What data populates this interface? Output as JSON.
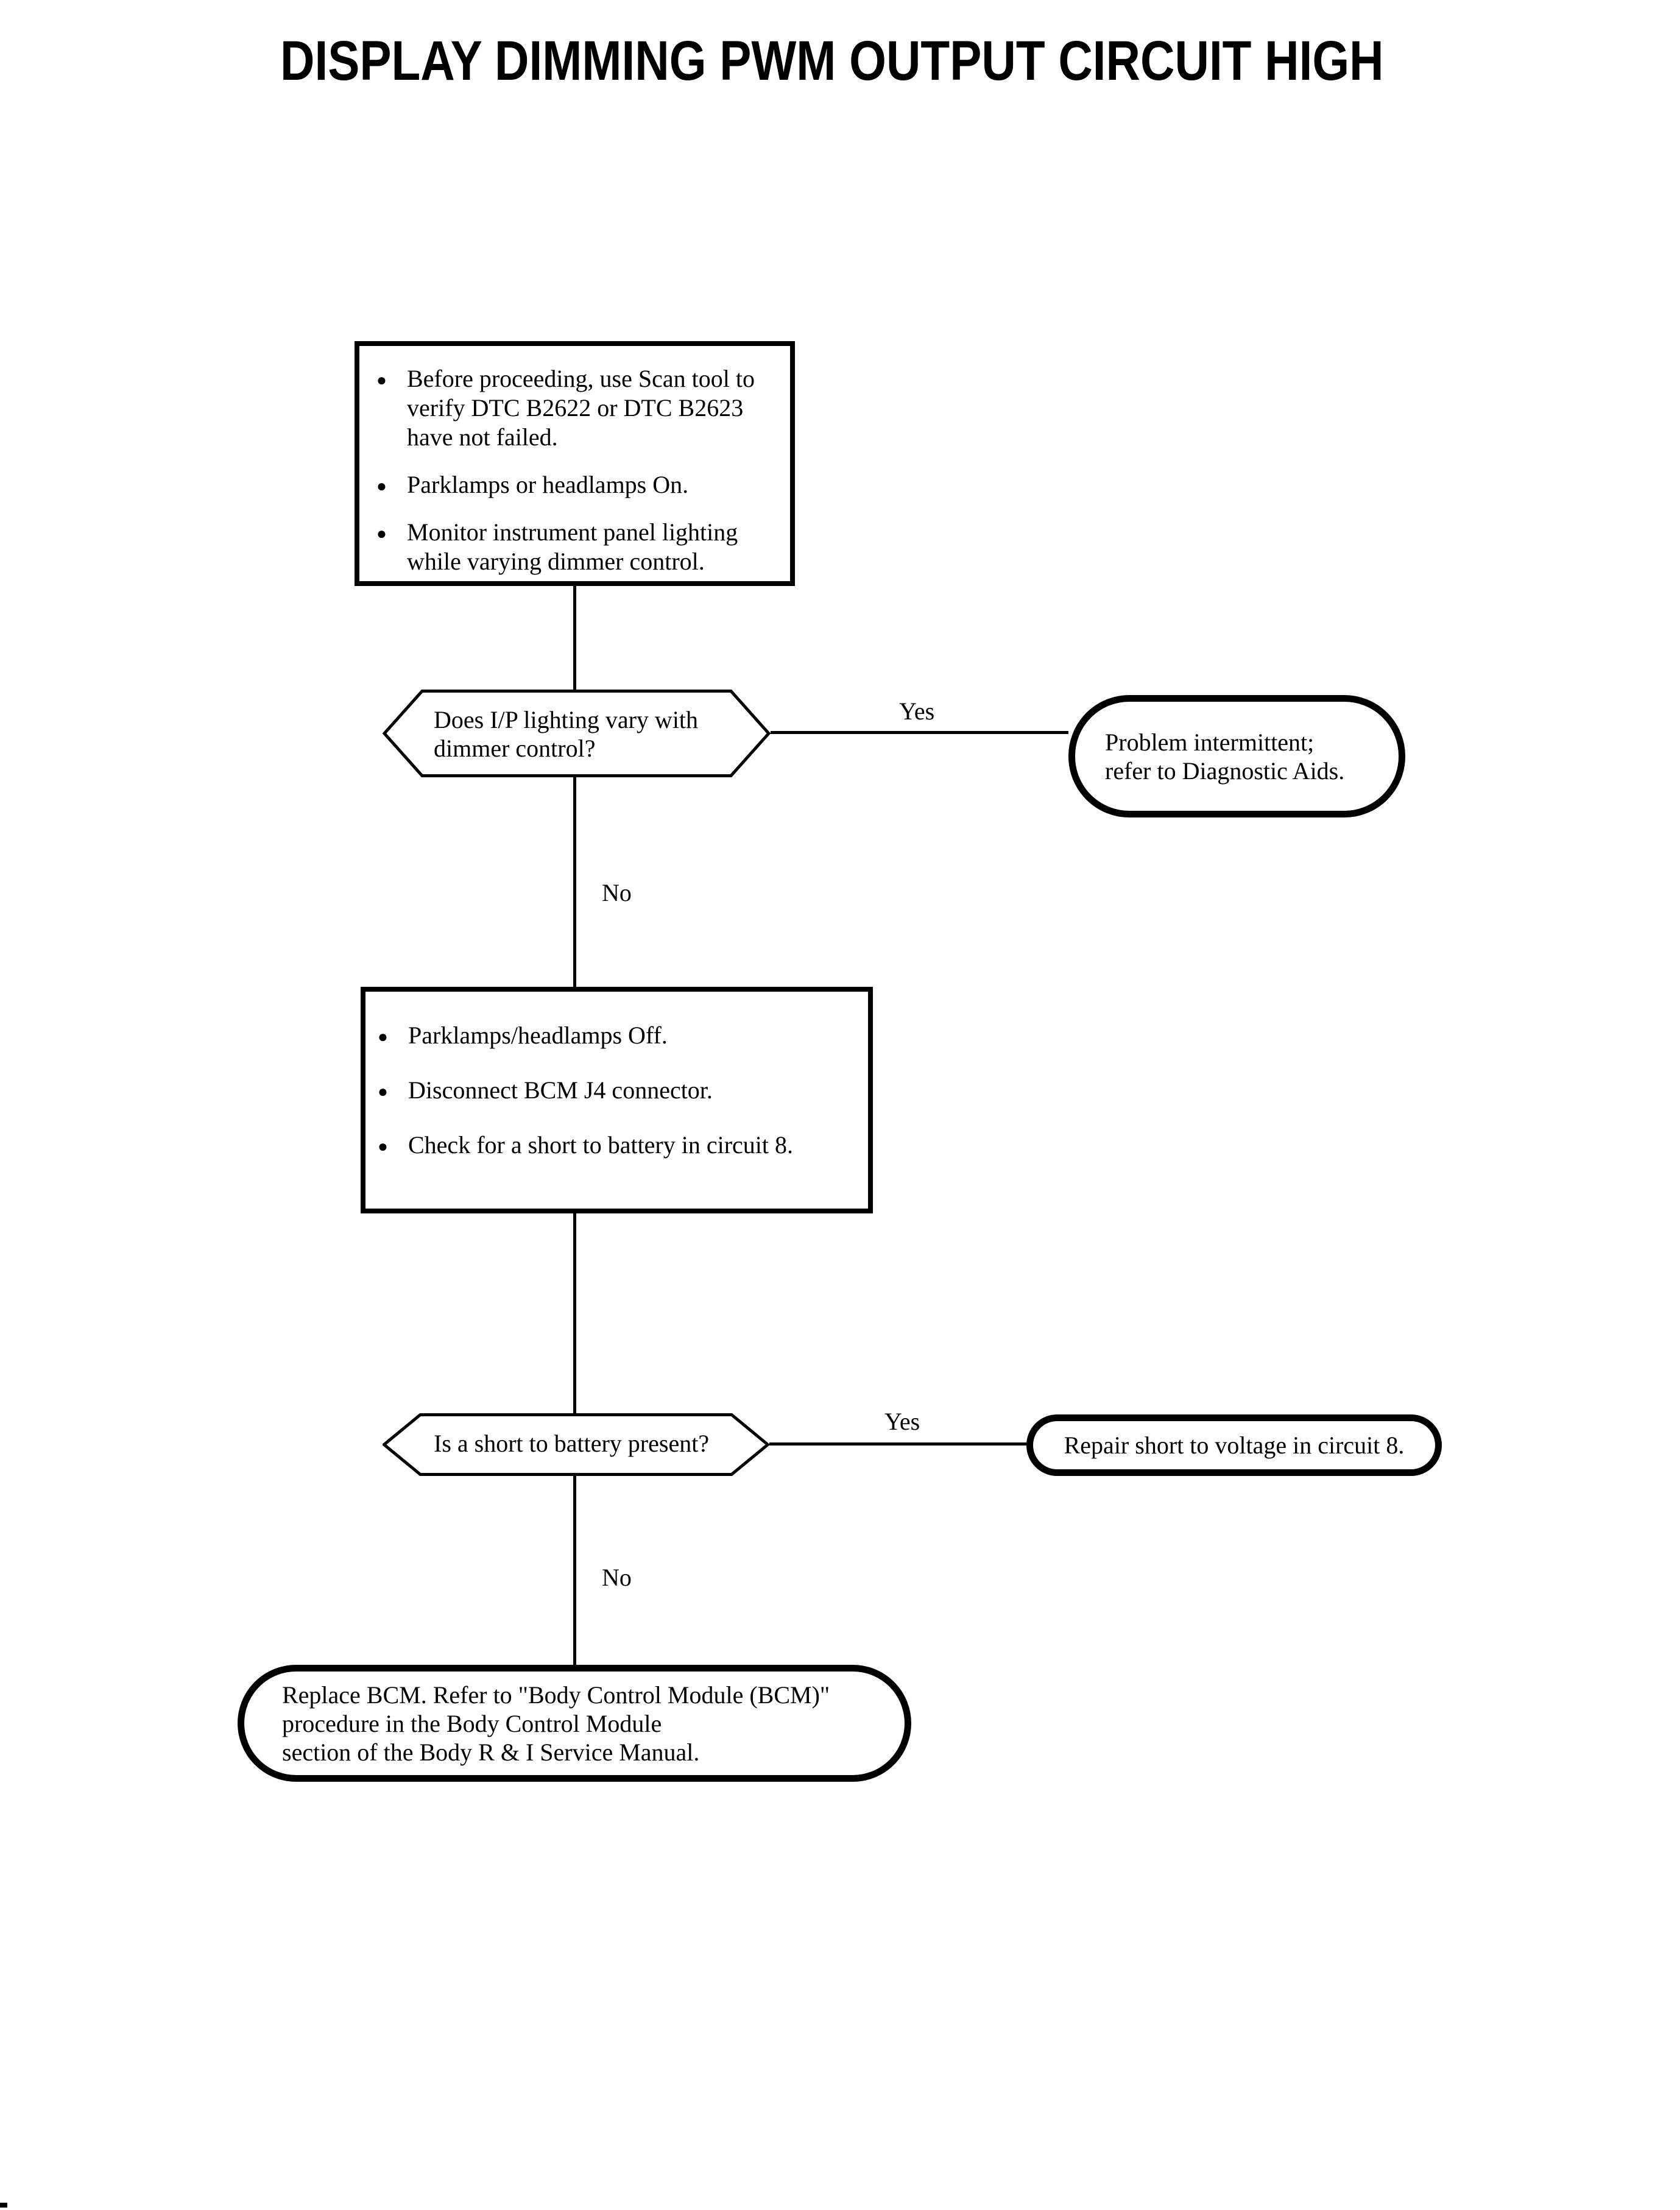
{
  "title": "DISPLAY DIMMING PWM OUTPUT CIRCUIT HIGH",
  "colors": {
    "ink": "#000000",
    "paper": "#ffffff"
  },
  "flowchart": {
    "step1": {
      "bullets": [
        "Before proceeding, use Scan tool to verify DTC B2622 or DTC B2623 have not failed.",
        "Parklamps or headlamps On.",
        "Monitor instrument panel lighting while varying dimmer control."
      ]
    },
    "decision1": {
      "line1": "Does I/P lighting vary with",
      "line2": "dimmer control?",
      "yes_label": "Yes",
      "no_label": "No"
    },
    "result1": {
      "line1": "Problem intermittent;",
      "line2": "refer to Diagnostic Aids."
    },
    "step2": {
      "bullets": [
        "Parklamps/headlamps Off.",
        "Disconnect BCM J4 connector.",
        "Check for a short to battery in circuit 8."
      ]
    },
    "decision2": {
      "question": "Is a short to battery present?",
      "yes_label": "Yes",
      "no_label": "No"
    },
    "result2": {
      "text": "Repair short to voltage in circuit 8."
    },
    "result3": {
      "line1": "Replace BCM. Refer to \"Body Control Module (BCM)\"",
      "line2": "procedure in the Body Control Module",
      "line3": "section of the Body R & I Service Manual."
    }
  }
}
